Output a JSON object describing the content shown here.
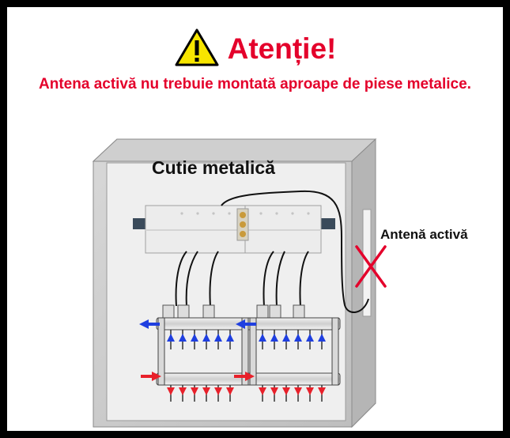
{
  "header": {
    "title": "Atenție!",
    "icon": "warning-triangle-icon",
    "subtitle": "Antena activă nu trebuie montată aproape de piese metalice."
  },
  "illustration": {
    "box_label": "Cutie metalică",
    "antenna_label": "Antenă activă",
    "cross_mark": "X",
    "colors": {
      "accent": "#e4002b",
      "supply_arrow": "#e8202a",
      "return_arrow": "#1f3fe0",
      "cross": "#e4002b"
    }
  }
}
